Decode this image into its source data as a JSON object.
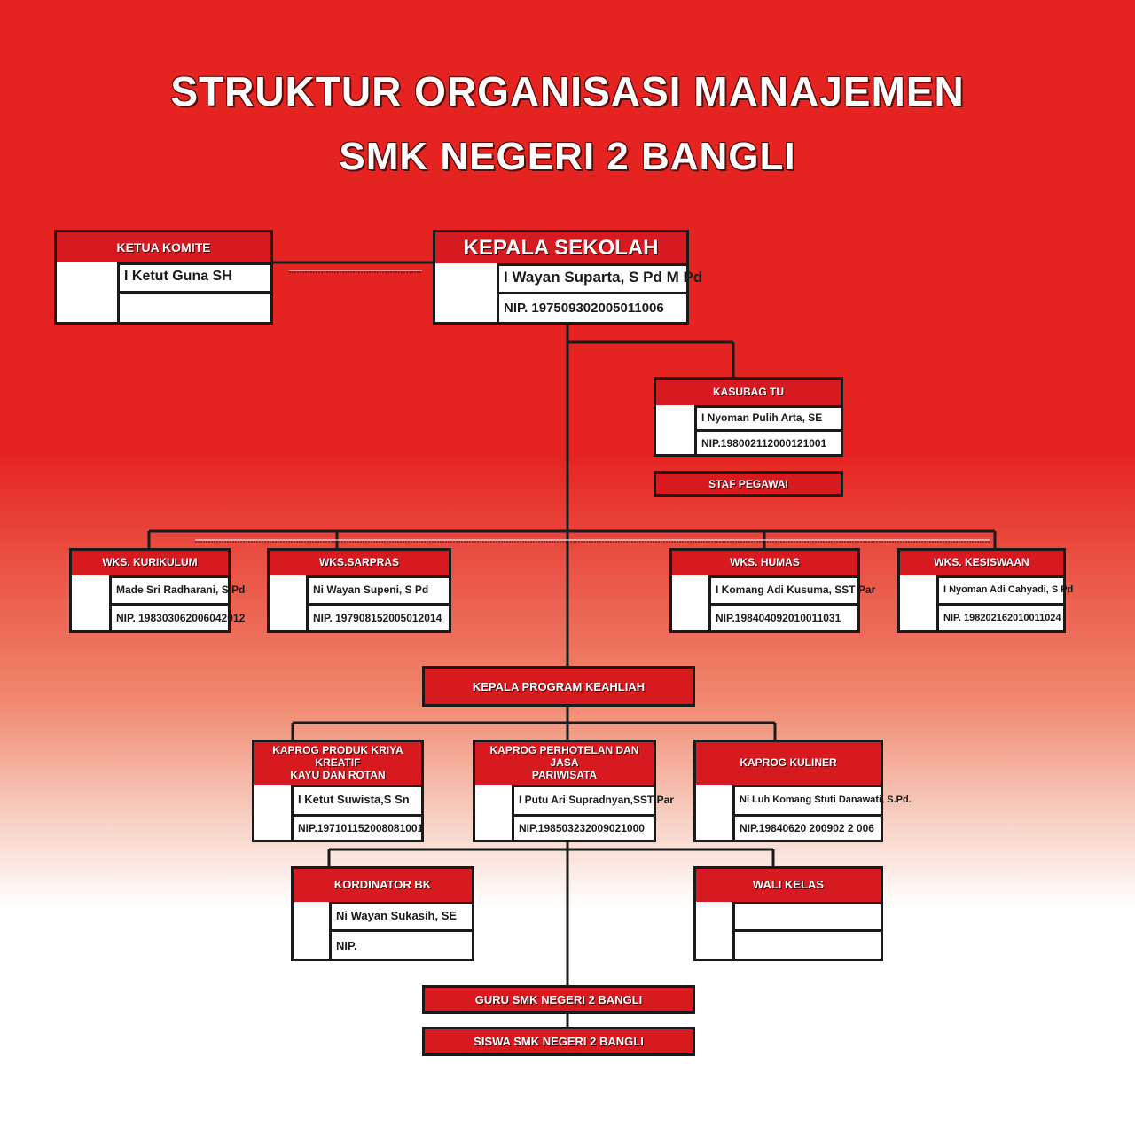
{
  "title": {
    "line1": "STRUKTUR ORGANISASI MANAJEMEN",
    "line2": "SMK NEGERI 2 BANGLI"
  },
  "ketua_komite": {
    "title": "KETUA KOMITE",
    "name": "I Ketut Guna SH",
    "nip": ""
  },
  "kepala_sekolah": {
    "title": "KEPALA SEKOLAH",
    "name": "I Wayan Suparta, S Pd M Pd",
    "nip": "NIP. 197509302005011006"
  },
  "kasubag_tu": {
    "title": "KASUBAG TU",
    "name": "I Nyoman Pulih Arta, SE",
    "nip": "NIP.198002112000121001"
  },
  "staf_pegawai": "STAF PEGAWAI",
  "wks": [
    {
      "title": "WKS. KURIKULUM",
      "name": "Made Sri Radharani, S Pd",
      "nip": "NIP. 198303062006042012"
    },
    {
      "title": "WKS.SARPRAS",
      "name": "Ni Wayan Supeni, S Pd",
      "nip": "NIP. 197908152005012014"
    },
    {
      "title": "WKS. HUMAS",
      "name": "I Komang Adi  Kusuma, SST Par",
      "nip": "NIP.198404092010011031"
    },
    {
      "title": "WKS. KESISWAAN",
      "name": "I Nyoman Adi Cahyadi, S Pd",
      "nip": "NIP. 198202162010011024"
    }
  ],
  "kepala_program": "KEPALA PROGRAM KEAHLIAH",
  "kaprog": [
    {
      "title_line1": "KAPROG PRODUK KRIYA KREATIF",
      "title_line2": "KAYU DAN ROTAN",
      "name": "I Ketut Suwista,S Sn",
      "nip": "NIP.197101152008081001"
    },
    {
      "title_line1": "KAPROG PERHOTELAN  DAN JASA",
      "title_line2": "PARIWISATA",
      "name": "I Putu Ari Supradnyan,SST Par",
      "nip": "NIP.198503232009021000"
    },
    {
      "title_line1": "KAPROG KULINER",
      "title_line2": "",
      "name": "Ni Luh Komang Stuti Danawati, S.Pd.",
      "nip": "NIP.19840620 200902 2 006"
    }
  ],
  "kordinator_bk": {
    "title": "KORDINATOR BK",
    "name": "Ni Wayan Sukasih, SE",
    "nip": "NIP."
  },
  "wali_kelas": {
    "title": "WALI KELAS",
    "name": "",
    "nip": ""
  },
  "guru": "GURU SMK NEGERI 2 BANGLI",
  "siswa": "SISWA SMK NEGERI 2 BANGLI"
}
